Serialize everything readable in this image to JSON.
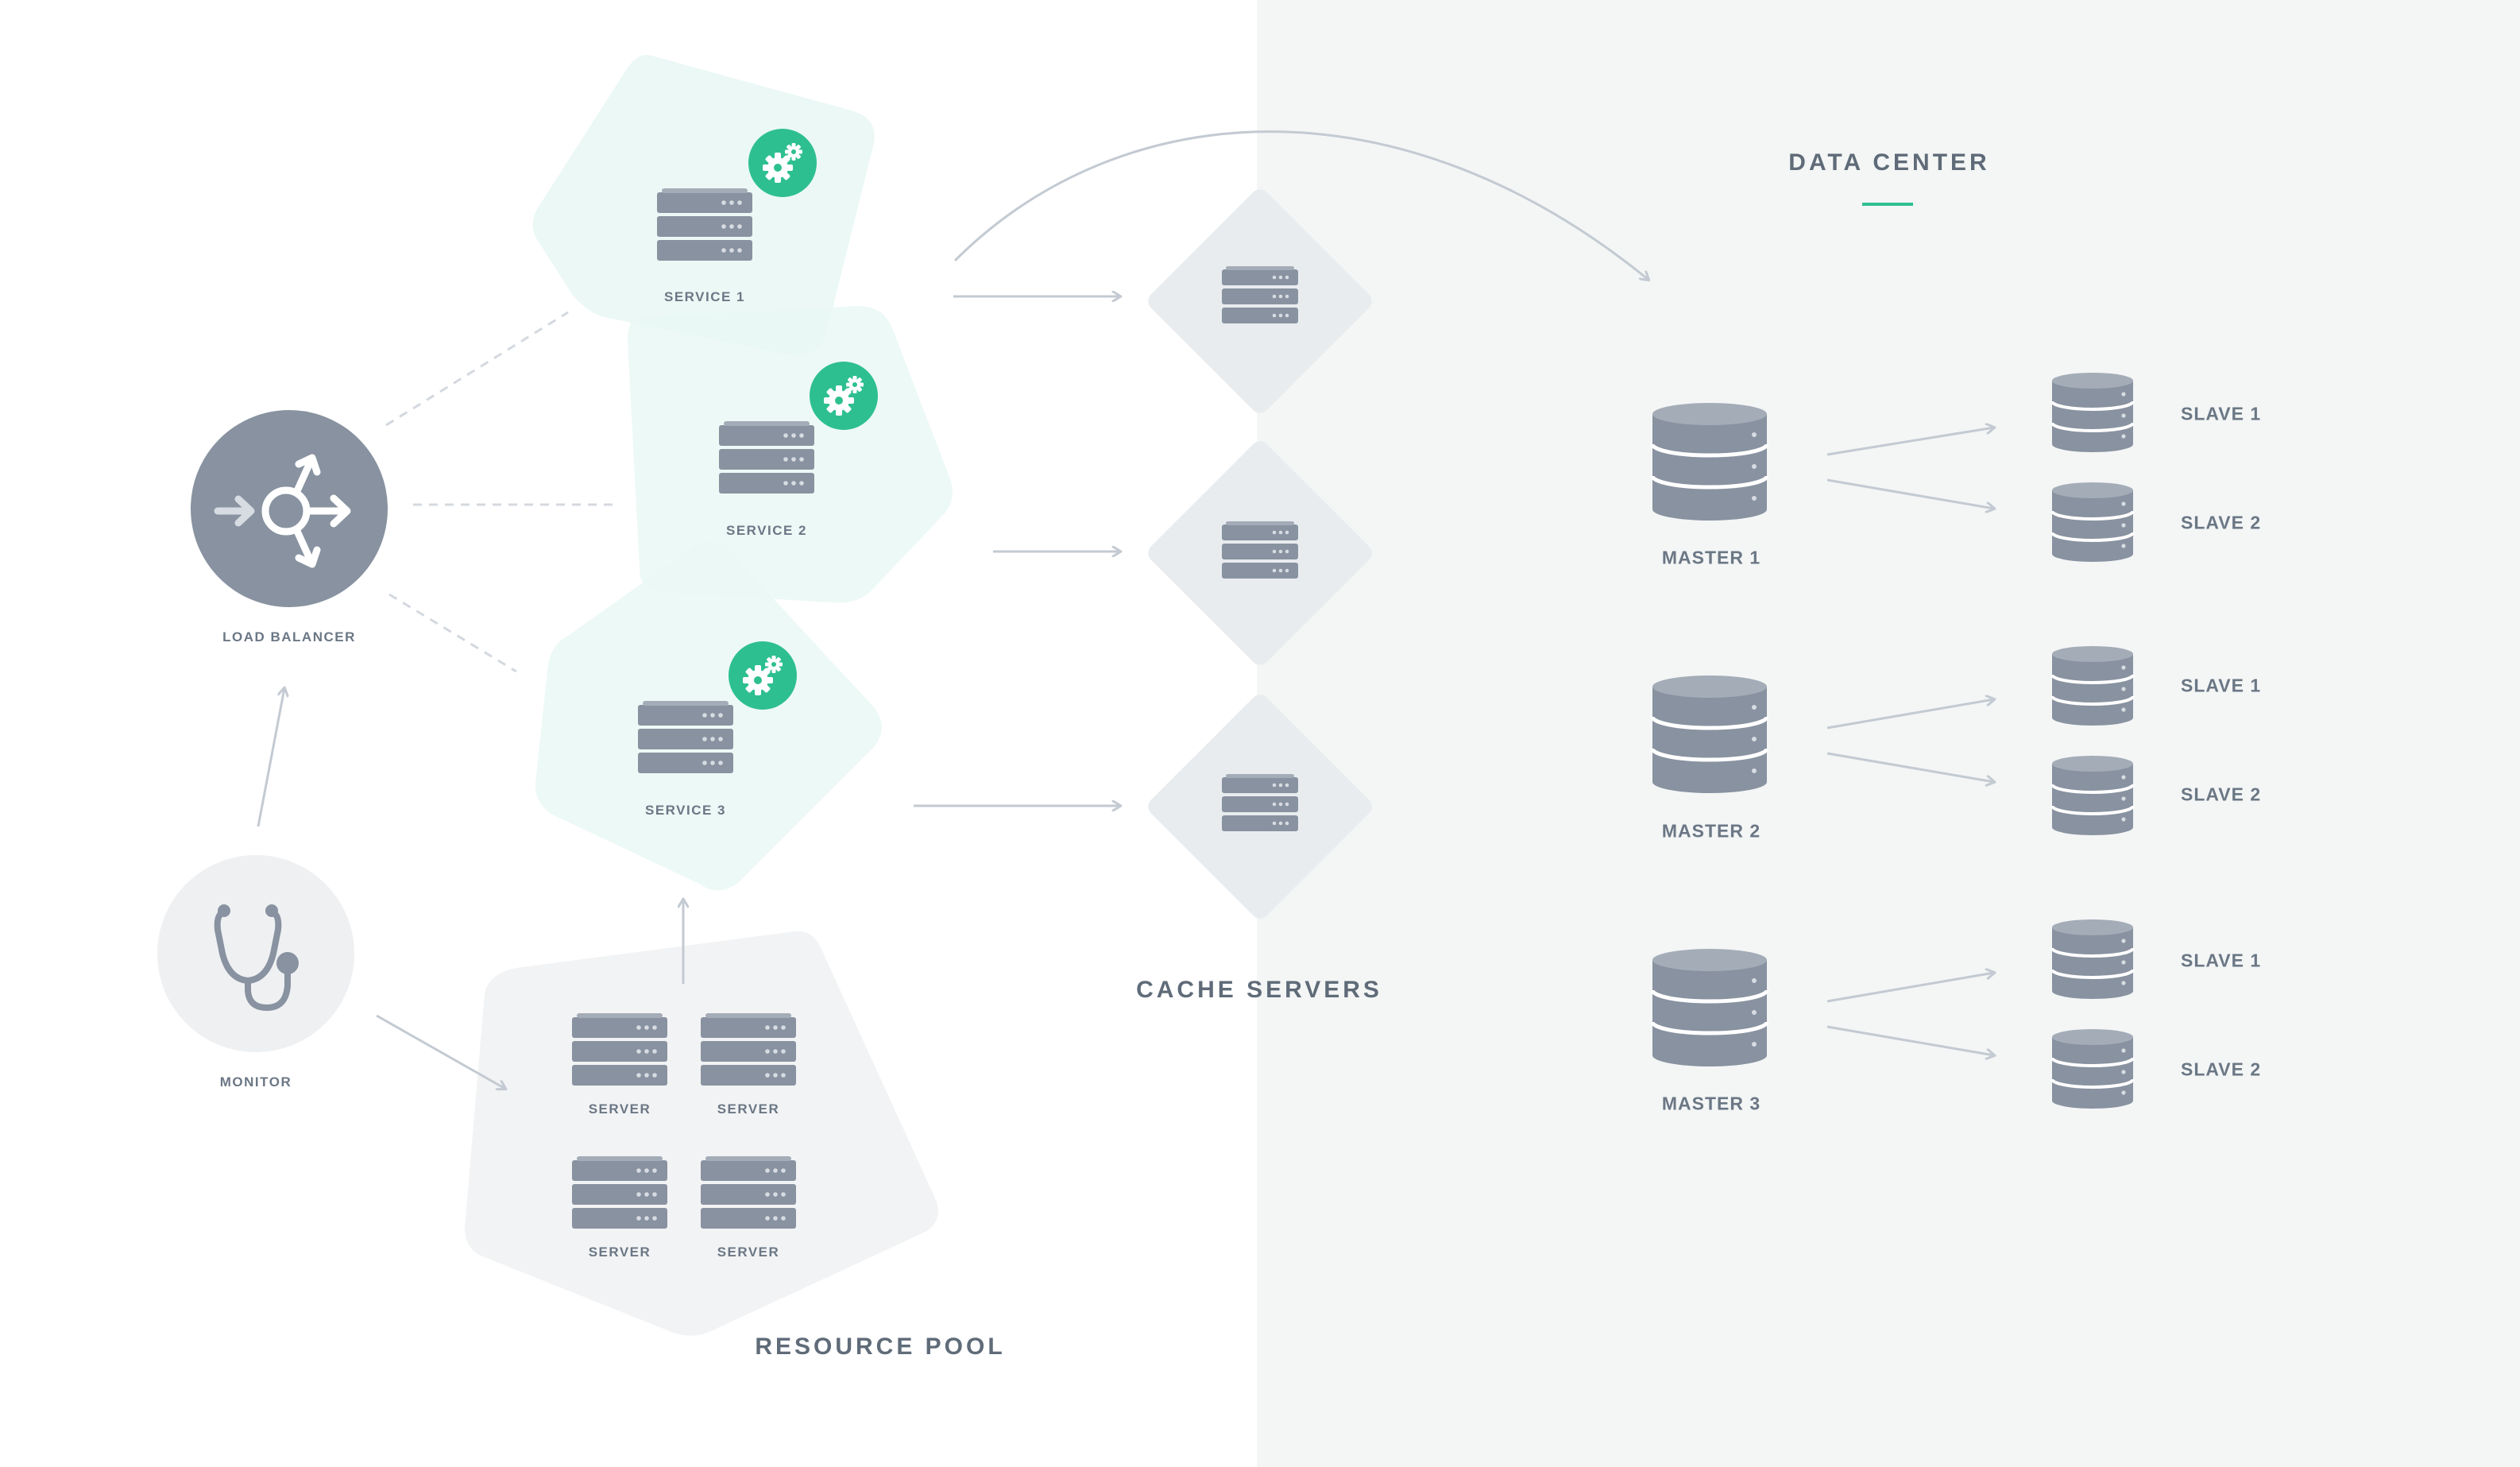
{
  "colors": {
    "background": "#ffffff",
    "data_center_panel": "#f3f6f5",
    "node_gray": "#8892a0",
    "node_light": "#e8ecef",
    "service_tint": "#eaf8f4",
    "pool_tint": "#f2f3f4",
    "accent": "#2ebf91",
    "arrow": "#c3cad2",
    "label": "#6b7785"
  },
  "labels": {
    "load_balancer": "LOAD BALANCER",
    "monitor": "MONITOR",
    "service_1": "SERVICE 1",
    "service_2": "SERVICE 2",
    "service_3": "SERVICE 3",
    "server": "SERVER",
    "resource_pool": "RESOURCE POOL",
    "cache_servers": "CACHE SERVERS",
    "data_center": "DATA CENTER",
    "master_1": "MASTER 1",
    "master_2": "MASTER 2",
    "master_3": "MASTER 3",
    "slave_1": "SLAVE 1",
    "slave_2": "SLAVE 2"
  },
  "icons": {
    "load_balancer": "split-arrows-icon",
    "monitor": "stethoscope-icon",
    "service_badge": "gears-icon",
    "server": "server-rack-icon",
    "database": "database-icon"
  }
}
